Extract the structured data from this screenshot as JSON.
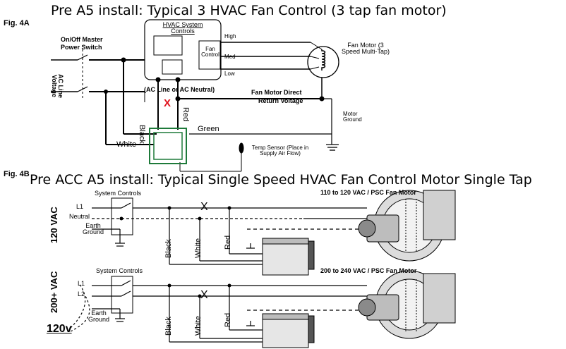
{
  "fig4a": {
    "label": "Fig. 4A",
    "title": "Pre A5 install: Typical 3 HVAC Fan Control (3 tap fan motor)",
    "hvac_controls": "HVAC System Controls",
    "fan_control": "Fan Control",
    "master_switch_1": "On/Off Master",
    "master_switch_2": "Power Switch",
    "ac_line_voltage": "AC Line Voltage",
    "high": "High",
    "med": "Med",
    "low": "Low",
    "fan_motor": "Fan Motor (3 Speed Multi-Tap)",
    "ac_line_neutral": "(AC Line or AC Neutral)",
    "return_voltage_1": "Fan Motor Direct",
    "return_voltage_2": "Return Voltage",
    "black": "Black",
    "red": "Red",
    "x_mark": "X",
    "green": "Green",
    "white": "White",
    "motor_ground": "Motor Ground",
    "temp_sensor": "Temp Sensor (Place in Supply Air Flow)"
  },
  "fig4b": {
    "label": "Fig. 4B",
    "title": "Pre ACC A5 install: Typical Single Speed HVAC Fan Control Motor Single Tap",
    "top": {
      "vac": "120 VAC",
      "system_controls": "System Controls",
      "l1": "L1",
      "neutral": "Neutral",
      "earth_ground": "Earth Ground",
      "motor_label": "110 to 120 VAC / PSC Fan Motor",
      "x_mark": "X",
      "black": "Black",
      "white": "White",
      "red": "Red"
    },
    "bottom": {
      "vac": "200+ VAC",
      "system_controls": "System Controls",
      "l1": "L1",
      "l2": "L2",
      "earth_ground": "Earth Ground",
      "motor_label": "200 to 240 VAC / PSC Fan Motor",
      "x_mark": "X",
      "black": "Black",
      "white": "White",
      "red": "Red",
      "v120": "120v"
    }
  },
  "colors": {
    "wire": "#000000",
    "x_mark": "#e0101a",
    "module_border": "#1e7a3a"
  }
}
